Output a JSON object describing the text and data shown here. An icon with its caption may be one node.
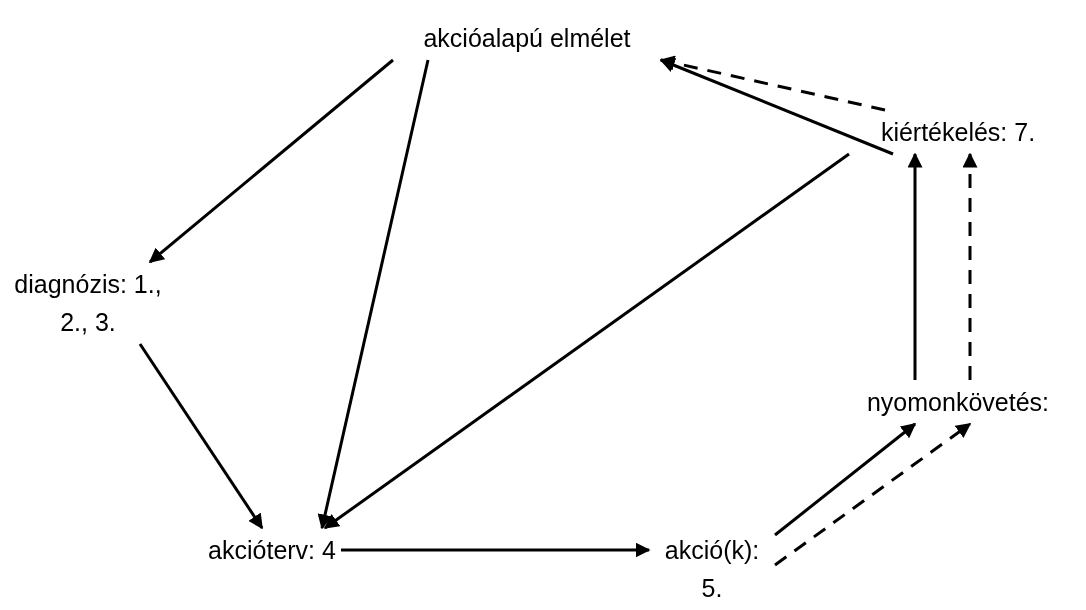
{
  "diagram": {
    "nodes": [
      {
        "text": [
          "akcióalapú elmélet"
        ]
      },
      {
        "text": [
          "kiértékelés: 7."
        ]
      },
      {
        "text": [
          "diagnózis: 1., 2., 3."
        ]
      },
      {
        "text": [
          "nyomonkövetés:"
        ]
      },
      {
        "text": [
          "akcióterv: 4"
        ]
      },
      {
        "text": [
          "akció(k): 5."
        ]
      }
    ],
    "edges": [
      {
        "from": 0,
        "to": 2,
        "arrow": "to"
      },
      {
        "from": 0,
        "to": 4,
        "arrow": "to"
      },
      {
        "from": 2,
        "to": 4,
        "arrow": "to"
      },
      {
        "from": 1,
        "to": 4,
        "arrow": "to"
      },
      {
        "from": 4,
        "to": 5,
        "arrow": "to"
      },
      {
        "from": 5,
        "to": 3,
        "arrow": "to"
      },
      {
        "from": 5,
        "to": 3,
        "arrow": "to",
        "style": "dashed"
      },
      {
        "from": 3,
        "to": 1,
        "arrow": "to"
      },
      {
        "from": 3,
        "to": 1,
        "arrow": "to",
        "style": "dashed"
      },
      {
        "from": 1,
        "to": 0,
        "arrow": "to"
      },
      {
        "from": 1,
        "to": 0,
        "arrow": "to",
        "style": "dashed"
      }
    ]
  }
}
